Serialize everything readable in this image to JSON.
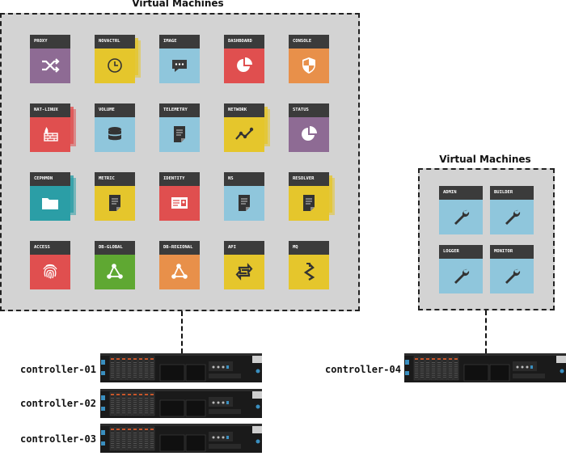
{
  "groups": [
    {
      "title": "Virtual Machines",
      "tiles": [
        {
          "label": "PROXY",
          "color": "#8e6b94",
          "icon": "shuffle-icon",
          "stack": false
        },
        {
          "label": "NOVACTRL",
          "color": "#e5c62c",
          "icon": "clock-icon",
          "stack": true
        },
        {
          "label": "IMAGE",
          "color": "#8fc6dc",
          "icon": "chat-icon",
          "stack": false
        },
        {
          "label": "DASHBOARD",
          "color": "#e04f4f",
          "icon": "pie-chart-icon",
          "stack": false
        },
        {
          "label": "CONSOLE",
          "color": "#e8904a",
          "icon": "shield-icon",
          "stack": false
        },
        {
          "label": "NAT-LINUX",
          "color": "#e04f4f",
          "icon": "firewall-icon",
          "stack": true
        },
        {
          "label": "VOLUME",
          "color": "#8fc6dc",
          "icon": "database-icon",
          "stack": false
        },
        {
          "label": "TELEMETRY",
          "color": "#8fc6dc",
          "icon": "document-icon",
          "stack": false
        },
        {
          "label": "NETWORK",
          "color": "#e5c62c",
          "icon": "line-chart-icon",
          "stack": true
        },
        {
          "label": "STATUS",
          "color": "#8e6b94",
          "icon": "pie-chart-icon",
          "stack": false
        },
        {
          "label": "CEPHMON",
          "color": "#2b9ea6",
          "icon": "folder-icon",
          "stack": true
        },
        {
          "label": "METRIC",
          "color": "#e5c62c",
          "icon": "document-icon",
          "stack": false
        },
        {
          "label": "IDENTITY",
          "color": "#e04f4f",
          "icon": "id-card-icon",
          "stack": false
        },
        {
          "label": "NS",
          "color": "#8fc6dc",
          "icon": "document-icon",
          "stack": false
        },
        {
          "label": "RESOLVER",
          "color": "#e5c62c",
          "icon": "document-icon",
          "stack": true
        },
        {
          "label": "ACCESS",
          "color": "#e04f4f",
          "icon": "fingerprint-icon",
          "stack": false
        },
        {
          "label": "DB-GLOBAL",
          "color": "#5fa832",
          "icon": "share-icon",
          "stack": false
        },
        {
          "label": "DB-REGIONAL",
          "color": "#e8904a",
          "icon": "share-icon",
          "stack": false
        },
        {
          "label": "API",
          "color": "#e5c62c",
          "icon": "repeat-icon",
          "stack": false
        },
        {
          "label": "MQ",
          "color": "#e5c62c",
          "icon": "zigzag-icon",
          "stack": false
        }
      ]
    },
    {
      "title": "Virtual Machines",
      "tiles": [
        {
          "label": "ADMIN",
          "color": "#8fc6dc",
          "icon": "wrench-icon",
          "stack": false
        },
        {
          "label": "BUILDER",
          "color": "#8fc6dc",
          "icon": "wrench-icon",
          "stack": false
        },
        {
          "label": "LOGGER",
          "color": "#8fc6dc",
          "icon": "wrench-icon",
          "stack": false
        },
        {
          "label": "MONITOR",
          "color": "#8fc6dc",
          "icon": "wrench-icon",
          "stack": false
        }
      ]
    }
  ],
  "controllers": [
    {
      "name": "controller-01"
    },
    {
      "name": "controller-02"
    },
    {
      "name": "controller-03"
    },
    {
      "name": "controller-04"
    }
  ]
}
